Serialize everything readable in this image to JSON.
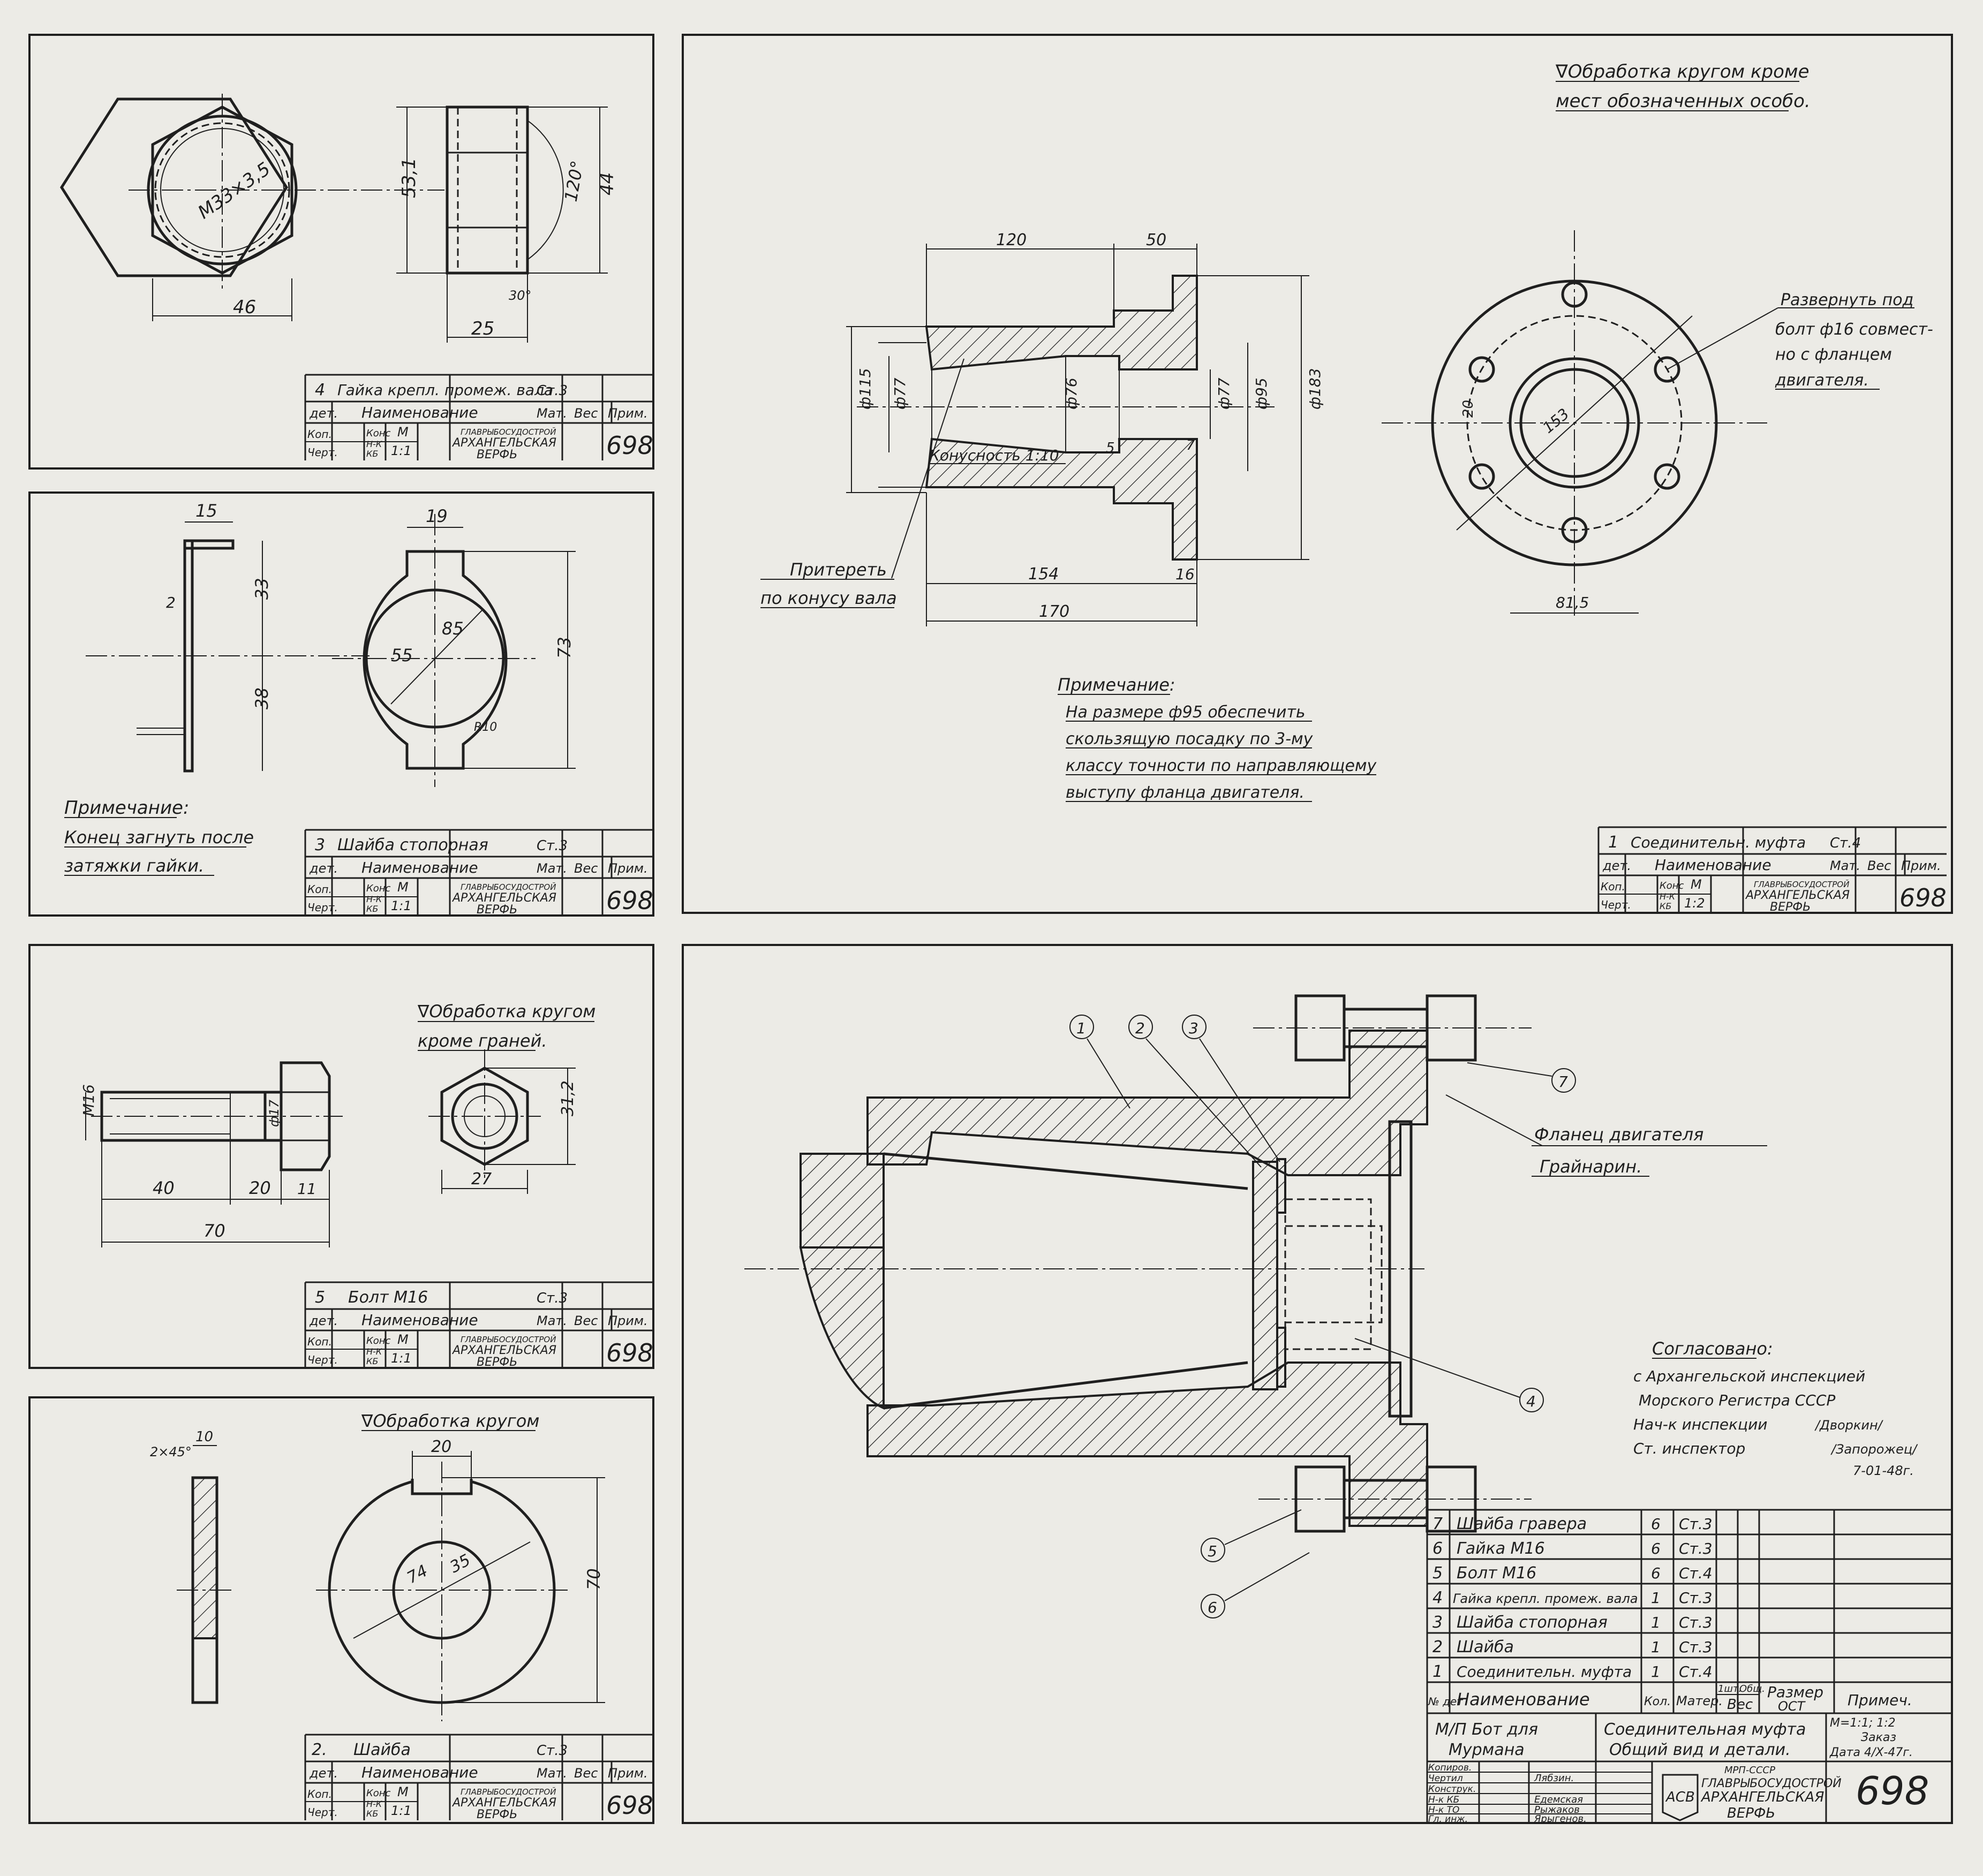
{
  "colors": {
    "paper": "#ecebe6",
    "ink": "#1f1f1f"
  },
  "common": {
    "hdr_det": "дет.",
    "hdr_name": "Наименование",
    "hdr_mat": "Мат.",
    "hdr_wt": "Вес",
    "hdr_note": "Прим.",
    "kop": "Коп.",
    "chert": "Черт.",
    "kons": "Конс",
    "nk": "Н-К",
    "kb": "КБ",
    "m": "М",
    "org1": "ГЛАВРЫБОСУДОСТРОЙ",
    "org2": "АРХАНГЕЛЬСКАЯ",
    "org3": "ВЕРФЬ",
    "num": "698"
  },
  "p4": {
    "num": "4",
    "name": "Гайка крепл. промеж. вала",
    "mat": "Ст.3",
    "scale": "1:1",
    "dims": {
      "thread": "М33×3,5",
      "across_corners": "53,1",
      "across_flats": "46",
      "angle": "120°",
      "height": "25",
      "chamfer": "30°",
      "w": "44"
    }
  },
  "p3": {
    "num": "3",
    "name": "Шайба стопорная",
    "mat": "Ст.3",
    "scale": "1:1",
    "dims": {
      "tab_len": "15",
      "thk": "2",
      "up": "33",
      "down": "38",
      "tab_w": "19",
      "bore": "55",
      "outer": "85",
      "total": "73",
      "r": "R10"
    },
    "note_title": "Примечание:",
    "note_1": "Конец загнуть после",
    "note_2": "затяжки гайки."
  },
  "p5": {
    "num": "5",
    "name": "Болт М16",
    "mat": "Ст.3",
    "scale": "1:1",
    "note_1": "∇Обработка кругом",
    "note_2": "кроме граней.",
    "dims": {
      "thread": "М16",
      "shank": "40",
      "plain": "20",
      "head": "11",
      "total": "70",
      "d": "ф17",
      "flats": "27",
      "corners": "31,2"
    }
  },
  "p2": {
    "num": "2.",
    "name": "Шайба",
    "mat": "Ст.3",
    "scale": "1:1",
    "note": "∇Обработка кругом",
    "dims": {
      "thk": "10",
      "chamfer": "2×45°",
      "key": "20",
      "bore": "35",
      "mid": "74",
      "outer": "70"
    }
  },
  "p1": {
    "num": "1",
    "name": "Соединительн. муфта",
    "mat": "Ст.4",
    "scale": "1:2",
    "note_1": "∇Обработка кругом кроме",
    "note_2": "мест обозначенных особо.",
    "dims": {
      "a": "120",
      "b": "50",
      "c": "ф115",
      "d": "ф77",
      "e": "ф76",
      "f": "ф77",
      "g": "ф95",
      "h": "ф183",
      "taper": "Конусность 1:10",
      "i": "154",
      "j": "16",
      "k": "170",
      "l": "5",
      "m": "7",
      "bolt_pcd": "153",
      "key": "20",
      "r": "81,5",
      "hole": "ф16"
    },
    "lap_1": "Притереть",
    "lap_2": "по конусу вала",
    "ream_1": "Развернуть под",
    "ream_2": "болт ф16 совмест-",
    "ream_3": "но с фланцем",
    "ream_4": "двигателя.",
    "note_title": "Примечание:",
    "n1": "На размере ф95 обеспечить",
    "n2": "скользящую посадку по 3-му",
    "n3": "классу точности по направляющему",
    "n4": "выступу фланца двигателя."
  },
  "assembly": {
    "callouts": [
      "1",
      "2",
      "3",
      "4",
      "5",
      "6",
      "7"
    ],
    "flange_1": "Фланец двигателя",
    "flange_2": "Грайнарин.",
    "agreed_title": "Согласовано:",
    "agreed_1": "с Архангельской инспекцией",
    "agreed_2": "Морского Регистра СССР",
    "agreed_3": "Нач-к инспекции",
    "agreed_3b": "/Дворкин/",
    "agreed_4": "Ст. инспектор",
    "agreed_4b": "/Запорожец/",
    "agreed_date": "7-01-48г.",
    "parts": [
      {
        "n": "7",
        "name": "Шайба гравера",
        "q": "6",
        "mat": "Ст.3"
      },
      {
        "n": "6",
        "name": "Гайка М16",
        "q": "6",
        "mat": "Ст.3"
      },
      {
        "n": "5",
        "name": "Болт М16",
        "q": "6",
        "mat": "Ст.4"
      },
      {
        "n": "4",
        "name": "Гайка крепл. промеж. вала",
        "q": "1",
        "mat": "Ст.3"
      },
      {
        "n": "3",
        "name": "Шайба стопорная",
        "q": "1",
        "mat": "Ст.3"
      },
      {
        "n": "2",
        "name": "Шайба",
        "q": "1",
        "mat": "Ст.3"
      },
      {
        "n": "1",
        "name": "Соединительн. муфта",
        "q": "1",
        "mat": "Ст.4"
      }
    ],
    "hdr_no": "№ дет",
    "hdr_name": "Наименование",
    "hdr_q": "Кол.",
    "hdr_mat": "Матер.",
    "hdr_one": "1шт.",
    "hdr_all": "Общ.",
    "hdr_wt": "Вес",
    "hdr_size": "Размер",
    "hdr_ost": "ОСТ",
    "hdr_note": "Примеч.",
    "proj_1": "М/П Бот для",
    "proj_2": "Мурмана",
    "title_1": "Соединительная муфта",
    "title_2": "Общий вид и детали.",
    "scale": "М=1:1; 1:2",
    "zakaz": "Заказ",
    "date": "Дата 4/Х-47г.",
    "roles": [
      "Копиров.",
      "Чертил",
      "Конструк.",
      "Н-к КБ",
      "Н-к ТО",
      "Гл. инж."
    ],
    "signers": [
      "Лябзин.",
      "Едемская",
      "Рыжаков",
      "Ярыгенов."
    ],
    "org_0": "МРП-СССР",
    "org_1": "ГЛАВРЫБОСУДОСТРОЙ",
    "org_2": "АРХАНГЕЛЬСКАЯ",
    "org_3": "ВЕРФЬ",
    "logo": "АСВ",
    "num": "698"
  }
}
